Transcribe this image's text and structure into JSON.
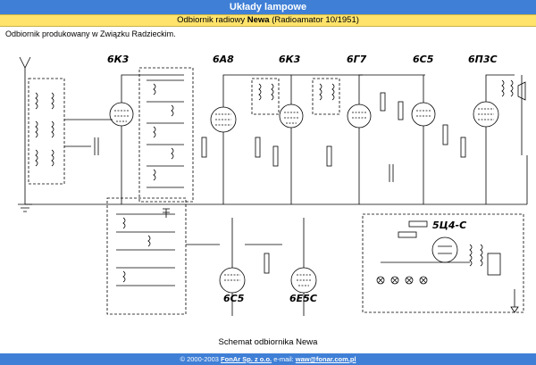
{
  "header": {
    "title": "Układy lampowe",
    "subtitle_prefix": "Odbiornik radiowy ",
    "subtitle_name": "Newa",
    "subtitle_suffix": " (Radioamator 10/1951)"
  },
  "intro_text": "Odbiornik produkowany w Związku Radzieckim.",
  "schematic": {
    "tube_labels": [
      "6К3",
      "6А8",
      "6К3",
      "6Г7",
      "6С5",
      "6П3С",
      "6С5",
      "6Е5С",
      "5Ц4-С"
    ]
  },
  "caption": "Schemat odbiornika Newa",
  "footer": {
    "copyright": "© 2000-2003 ",
    "company": "FonAr Sp. z o.o.",
    "email_label": " e-mail: ",
    "email": "waw@fonar.com.pl"
  }
}
